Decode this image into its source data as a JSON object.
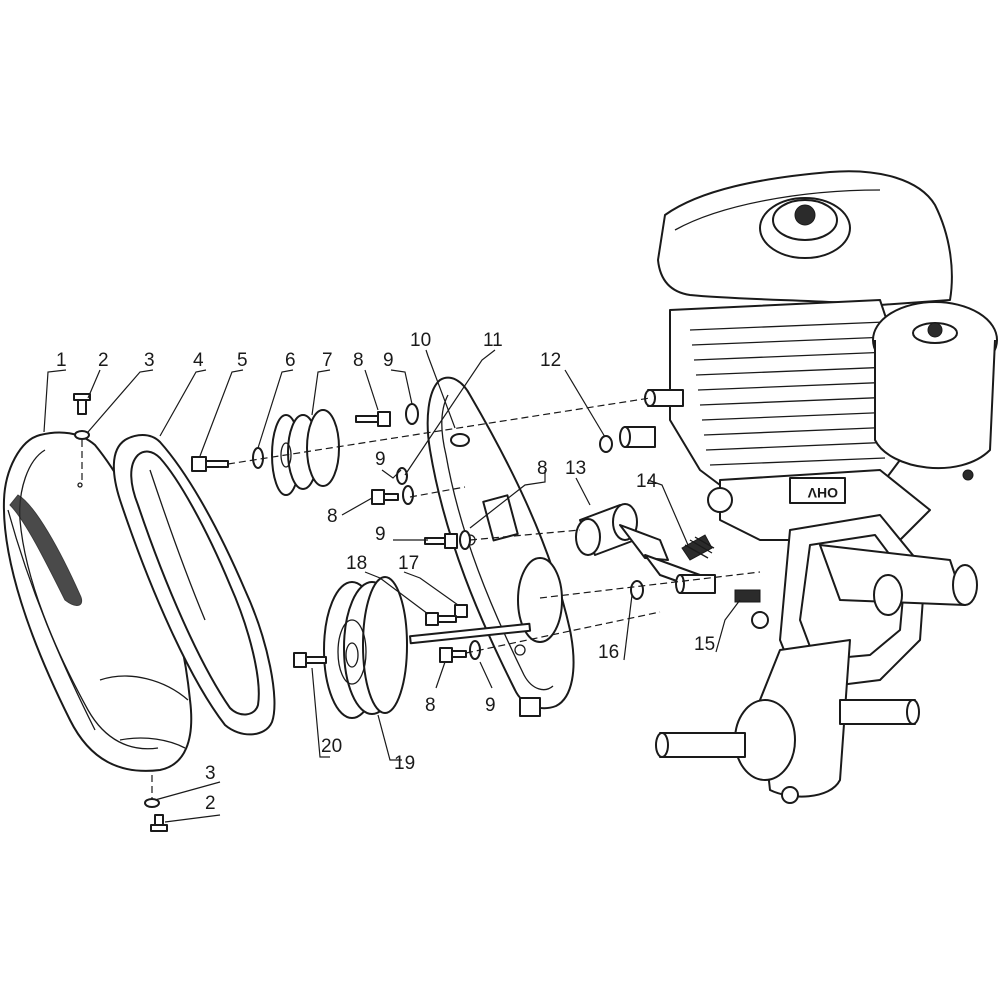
{
  "callouts": [
    "1",
    "2",
    "3",
    "4",
    "5",
    "6",
    "7",
    "8",
    "9",
    "10",
    "11",
    "12",
    "8",
    "9",
    "8",
    "13",
    "9",
    "14",
    "18",
    "17",
    "8",
    "16",
    "15",
    "9",
    "20",
    "19",
    "3",
    "2"
  ],
  "engine_badge": "OHV",
  "colors": {
    "line": "#1a1a1a",
    "background": "#ffffff"
  }
}
